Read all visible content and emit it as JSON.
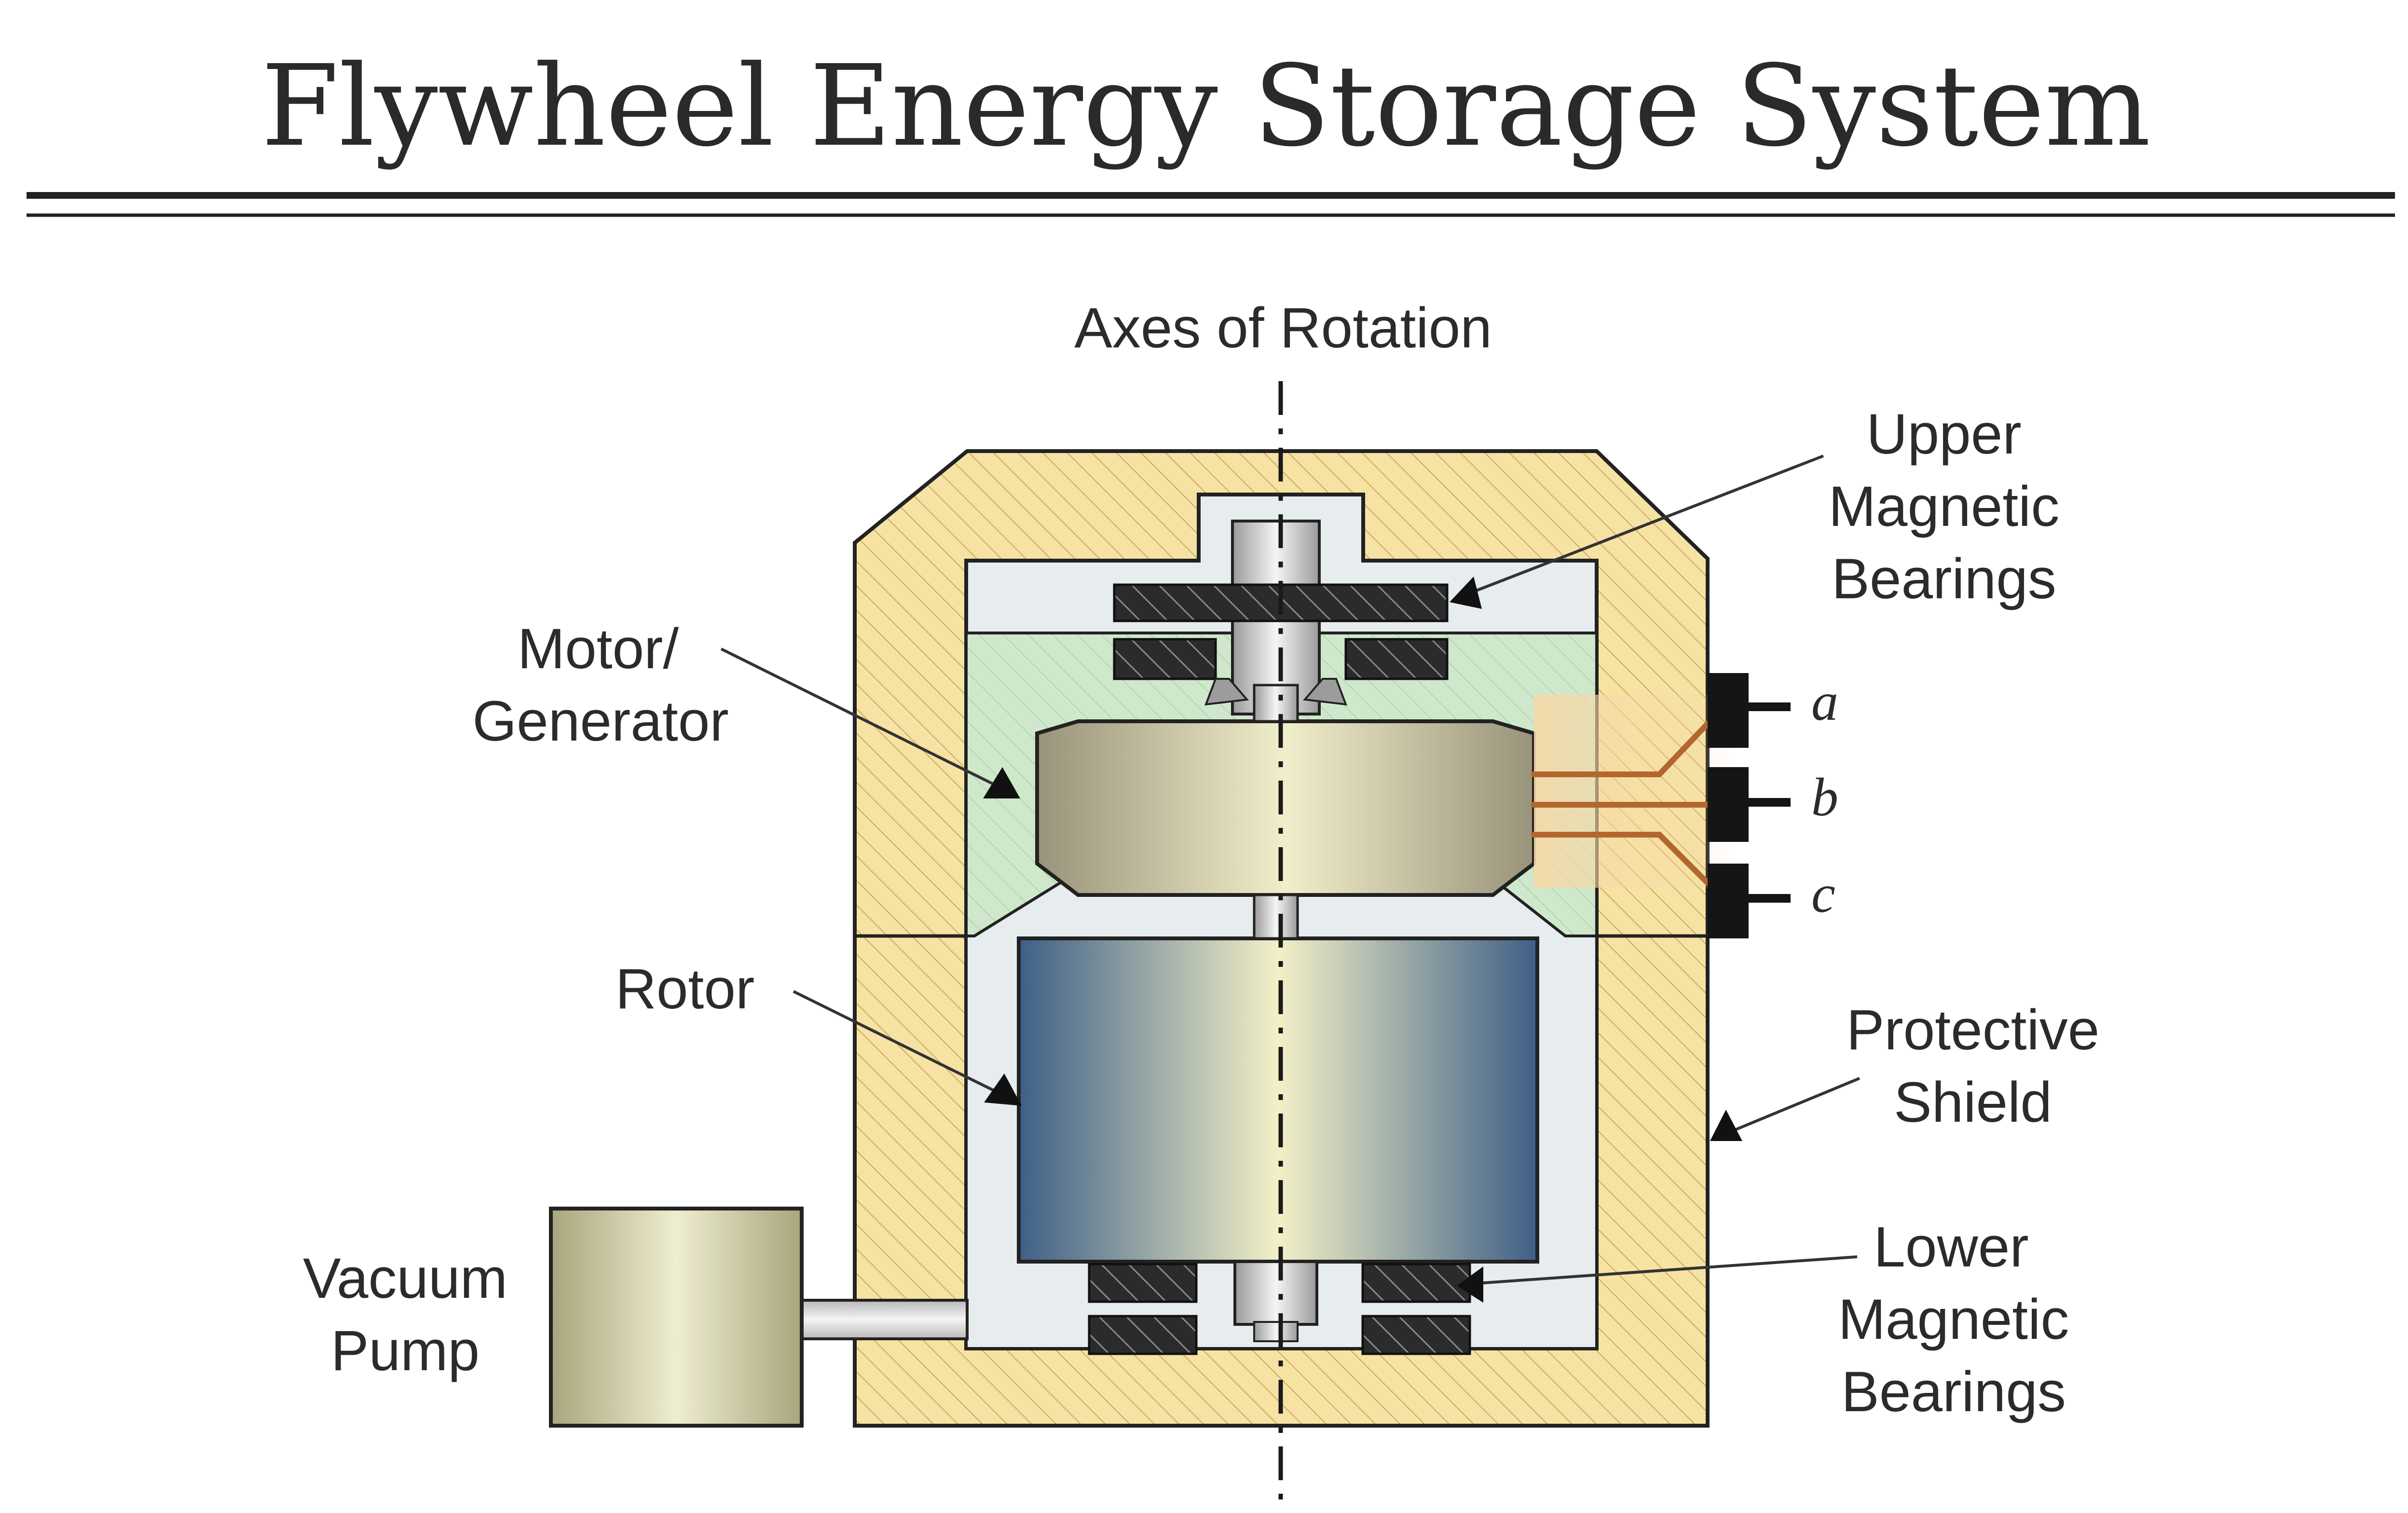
{
  "title": "Flywheel Energy Storage System",
  "labels": {
    "axis": "Axes of Rotation",
    "upper_bearings": [
      "Upper",
      "Magnetic",
      "Bearings"
    ],
    "motor_generator": [
      "Motor/",
      "Generator"
    ],
    "rotor": "Rotor",
    "protective_shield": [
      "Protective",
      "Shield"
    ],
    "vacuum_pump": [
      "Vacuum",
      "Pump"
    ],
    "lower_bearings": [
      "Lower",
      "Magnetic",
      "Bearings"
    ]
  },
  "phases": [
    "a",
    "b",
    "c"
  ],
  "colors": {
    "shield_fill": "#f6e3a4",
    "shield_hatch": "#c9ab5e",
    "chamber": "#e7ecef",
    "motor_chamber": "#cfe8cc",
    "motor_body": "#b5b08a",
    "rotor_blue": "#3e5f86",
    "rotor_light": "#f3f0c7",
    "shaft": "#c9c9c9",
    "bearing": "#2b2b2b",
    "pump": "#c9c79c",
    "wire": "#b3672f",
    "outline": "#222222"
  }
}
